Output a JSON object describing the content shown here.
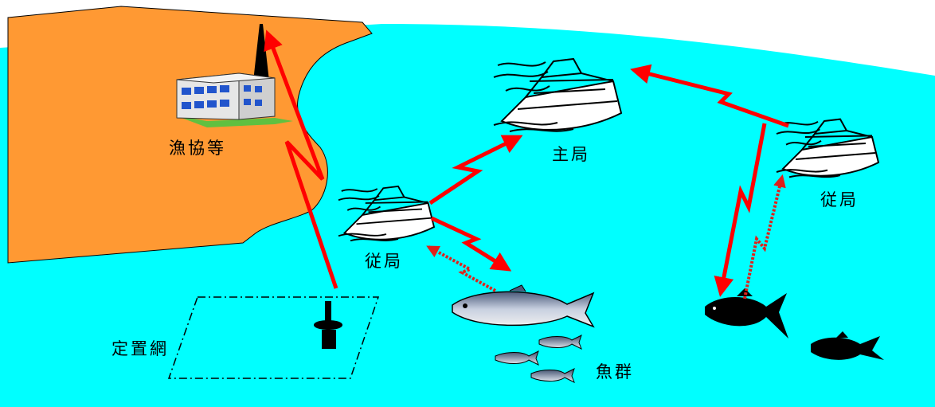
{
  "labels": {
    "cooperative": "漁協等",
    "main_station": "主局",
    "sub_station_left": "従局",
    "sub_station_right": "従局",
    "set_net": "定置網",
    "fish_school": "魚群"
  },
  "colors": {
    "sea": "#00ffff",
    "land": "#ff9933",
    "link": "#ff0000",
    "fish": "#000000"
  },
  "icons": {
    "building": "fishery-cooperative-building-icon",
    "tower": "antenna-tower-icon",
    "ship": "ship-icon",
    "buoy": "buoy-icon",
    "fish": "fish-icon"
  }
}
